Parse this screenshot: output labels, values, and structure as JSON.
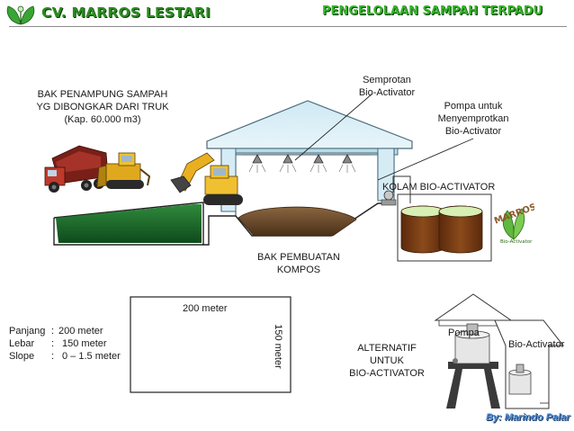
{
  "header": {
    "company": "CV. MARROS LESTARI",
    "title": "PENGELOLAAN SAMPAH TERPADU"
  },
  "labels": {
    "bak_penampung": [
      "BAK PENAMPUNG SAMPAH",
      "YG DIBONGKAR DARI TRUK",
      "(Kap. 60.000 m3)"
    ],
    "semprotan": [
      "Semprotan",
      "Bio-Activator"
    ],
    "pompa_menyemprot": [
      "Pompa untuk",
      "Menyemprotkan",
      "Bio-Activator"
    ],
    "kolam": "KOLAM BIO-ACTIVATOR",
    "bak_pembuatan": [
      "BAK PEMBUATAN",
      "KOMPOS"
    ],
    "plot_width": "200 meter",
    "plot_height": "150 meter",
    "specs": [
      {
        "key": "Panjang",
        "sep": ":",
        "value": "200 meter"
      },
      {
        "key": "Lebar",
        "sep": ":",
        "value": "150 meter"
      },
      {
        "key": "Slope",
        "sep": ":",
        "value": "0 – 1.5 meter"
      }
    ],
    "alternatif": [
      "ALTERNATIF",
      "UNTUK",
      "BIO-ACTIVATOR"
    ],
    "pompa": "Pompa",
    "bio_activator": "Bio-Activator"
  },
  "logo_text": "MARROS",
  "logo_subtext": "Bio-Activator",
  "footer": {
    "author": "By: Marindo Palar"
  },
  "colors": {
    "brand_green": "#2e8b22",
    "title_green": "#36b52a",
    "roof_blue": "#d6ecf5",
    "water_green": "#1f6b2e",
    "compost_brown": "#6b4a2a",
    "tank_brown": "#7a3b14",
    "author_blue": "#4b8bd9"
  }
}
